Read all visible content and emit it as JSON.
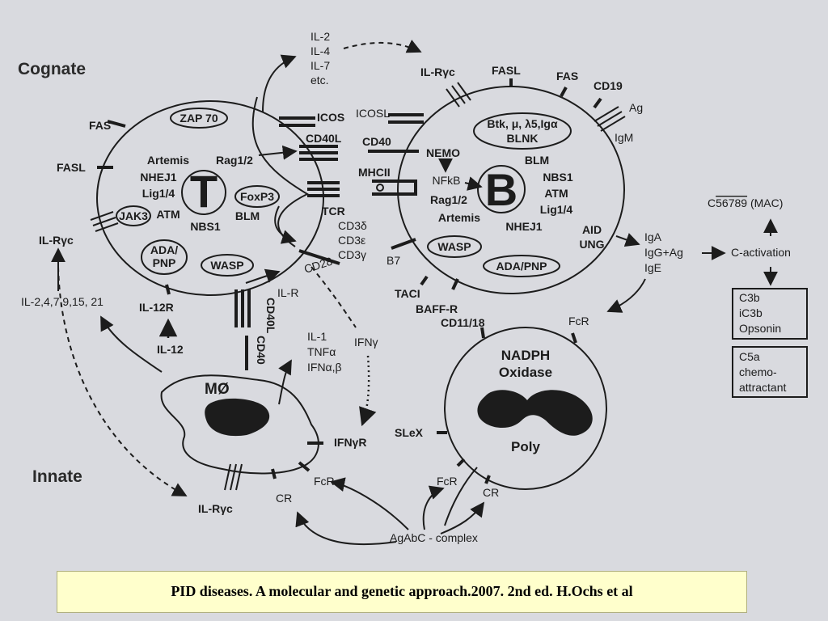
{
  "sections": {
    "cognate": "Cognate",
    "innate": "Innate"
  },
  "t_cell": {
    "letter": "T",
    "zap70": "ZAP 70",
    "artemis": "Artemis",
    "rag": "Rag1/2",
    "nhej1": "NHEJ1",
    "lig14": "Lig1/4",
    "atm": "ATM",
    "jak3": "JAK3",
    "nbs1": "NBS1",
    "foxp3": "FoxP3",
    "blm": "BLM",
    "ada_pnp": "ADA/\nPNP",
    "ada_pnp_l1": "ADA/",
    "ada_pnp_l2": "PNP",
    "wasp": "WASP",
    "fas": "FAS",
    "fasl": "FASL",
    "il_rgc": "IL-Rγc",
    "il12r": "IL-12R"
  },
  "b_cell": {
    "letter": "B",
    "btk_l1": "Btk, μ, λ5,Igα",
    "btk_l2": "BLNK",
    "nemo": "NEMO",
    "nfkb": "NFkB",
    "blm": "BLM",
    "nbs1": "NBS1",
    "atm": "ATM",
    "lig14": "Lig1/4",
    "rag": "Rag1/2",
    "artemis": "Artemis",
    "nhej1": "NHEJ1",
    "aid": "AID",
    "ung": "UNG",
    "wasp": "WASP",
    "ada_pnp": "ADA/PNP",
    "il_rgc": "IL-Rγc",
    "fasl": "FASL",
    "fas": "FAS",
    "cd19": "CD19",
    "ag": "Ag",
    "igm": "IgM",
    "taci": "TACI",
    "baffr": "BAFF-R",
    "b7": "B7"
  },
  "synapse": {
    "icos": "ICOS",
    "icosl": "ICOSL",
    "cd40l": "CD40L",
    "cd40": "CD40",
    "mhcii": "MHCII",
    "tcr": "TCR",
    "cd3d": "CD3δ",
    "cd3e": "CD3ε",
    "cd3g": "CD3γ",
    "cd28": "CD28",
    "ilr": "IL-R",
    "cd40l_v": "CD40L",
    "cd40_v": "CD40"
  },
  "cytokines": {
    "il_list": [
      "IL-2",
      "IL-4",
      "IL-7",
      "etc."
    ],
    "il_2_4_7": "IL-2,4,7,9,15, 21",
    "il12": "IL-12",
    "il1_list": [
      "IL-1",
      "TNFα",
      "IFNα,β"
    ],
    "ifng": "IFNγ"
  },
  "macrophage": {
    "label": "MØ",
    "ifngr": "IFNγR",
    "fcr": "FcR",
    "cr": "CR",
    "il_rgc": "IL-Rγc"
  },
  "poly": {
    "title_l1": "NADPH",
    "title_l2": "Oxidase",
    "label": "Poly",
    "slex": "SLeX",
    "cd1118": "CD11/18",
    "fcr_top": "FcR",
    "fcr": "FcR",
    "cr": "CR"
  },
  "complex": {
    "label": "AgAbC - complex"
  },
  "antibodies": [
    "IgA",
    "IgG+Ag",
    "IgE"
  ],
  "complement": {
    "mac": "C56789 (MAC)",
    "mac_prefix": "C",
    "mac_digits": "56789",
    "mac_suffix": " (MAC)",
    "activation": "C-activation",
    "box1": [
      "C3b",
      "iC3b",
      "Opsonin"
    ],
    "box2": [
      "C5a",
      "chemo-",
      "attractant"
    ]
  },
  "caption": "PID diseases. A molecular and genetic approach.2007.  2nd ed. H.Ochs et al"
}
